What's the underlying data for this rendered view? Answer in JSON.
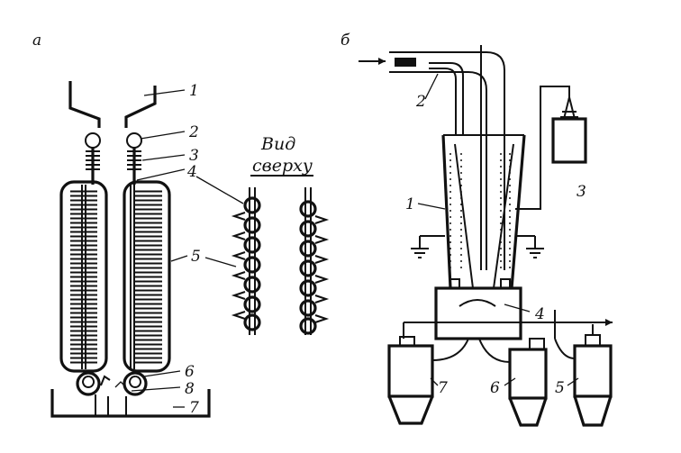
{
  "panel_a": {
    "letter": "а",
    "top_view_title_line1": "Вид",
    "top_view_title_line2": "сверху",
    "labels": [
      "1",
      "2",
      "3",
      "4",
      "5",
      "6",
      "8",
      "7"
    ]
  },
  "panel_b": {
    "letter": "б",
    "labels": [
      "2",
      "1",
      "3",
      "4",
      "7",
      "6",
      "5"
    ]
  }
}
